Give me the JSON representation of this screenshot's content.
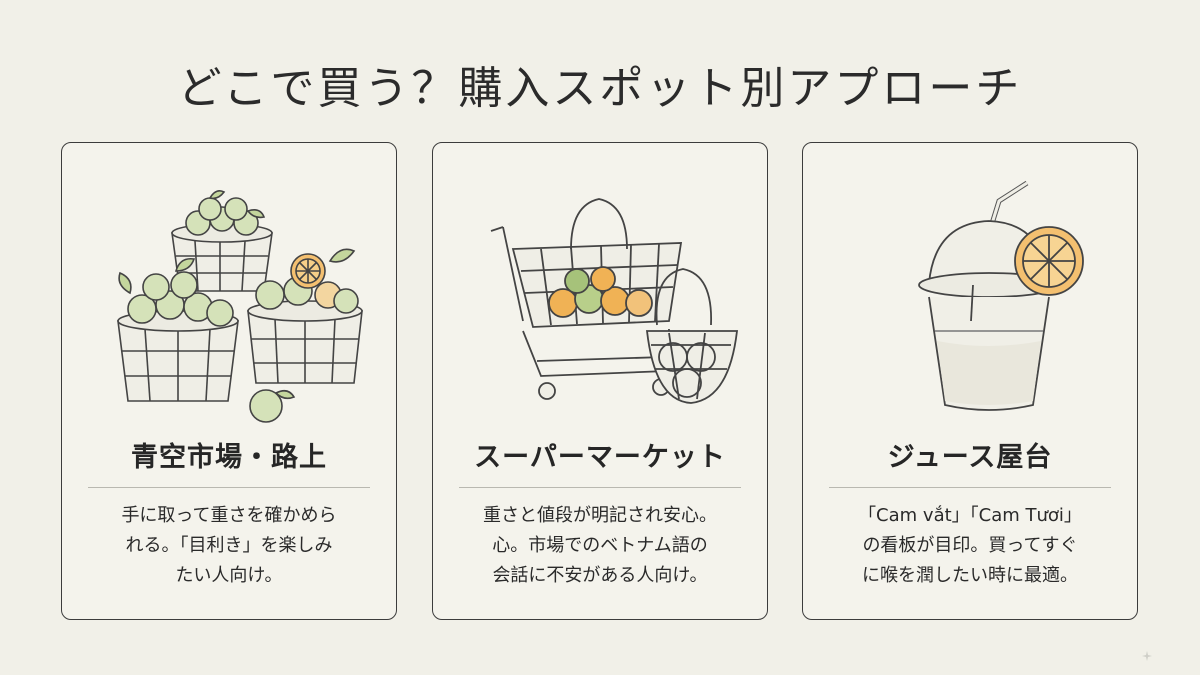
{
  "page": {
    "title": "どこで買う？購入スポット別アプローチ"
  },
  "cards": [
    {
      "title": "青空市場・路上",
      "description": "手に取って重さを確かめら\nれる。「目利き」を楽しみ\nたい人向け。",
      "icon": "fruit-baskets-icon"
    },
    {
      "title": "スーパーマーケット",
      "description": "重さと値段が明記され安心。\n心。市場でのベトナム語の\n会話に不安がある人向け。",
      "icon": "shopping-cart-icon"
    },
    {
      "title": "ジュース屋台",
      "description": "「Cam vắt」「Cam Tươi」\nの看板が目印。買ってすぐ\nに喉を潤したい時に最適。",
      "icon": "juice-cup-icon"
    }
  ],
  "colors": {
    "background": "#f1f0e8",
    "card_border": "#3c3c3c",
    "fruit_green": "#c9d9a8",
    "fruit_orange": "#f0b255",
    "ink": "#444444"
  }
}
